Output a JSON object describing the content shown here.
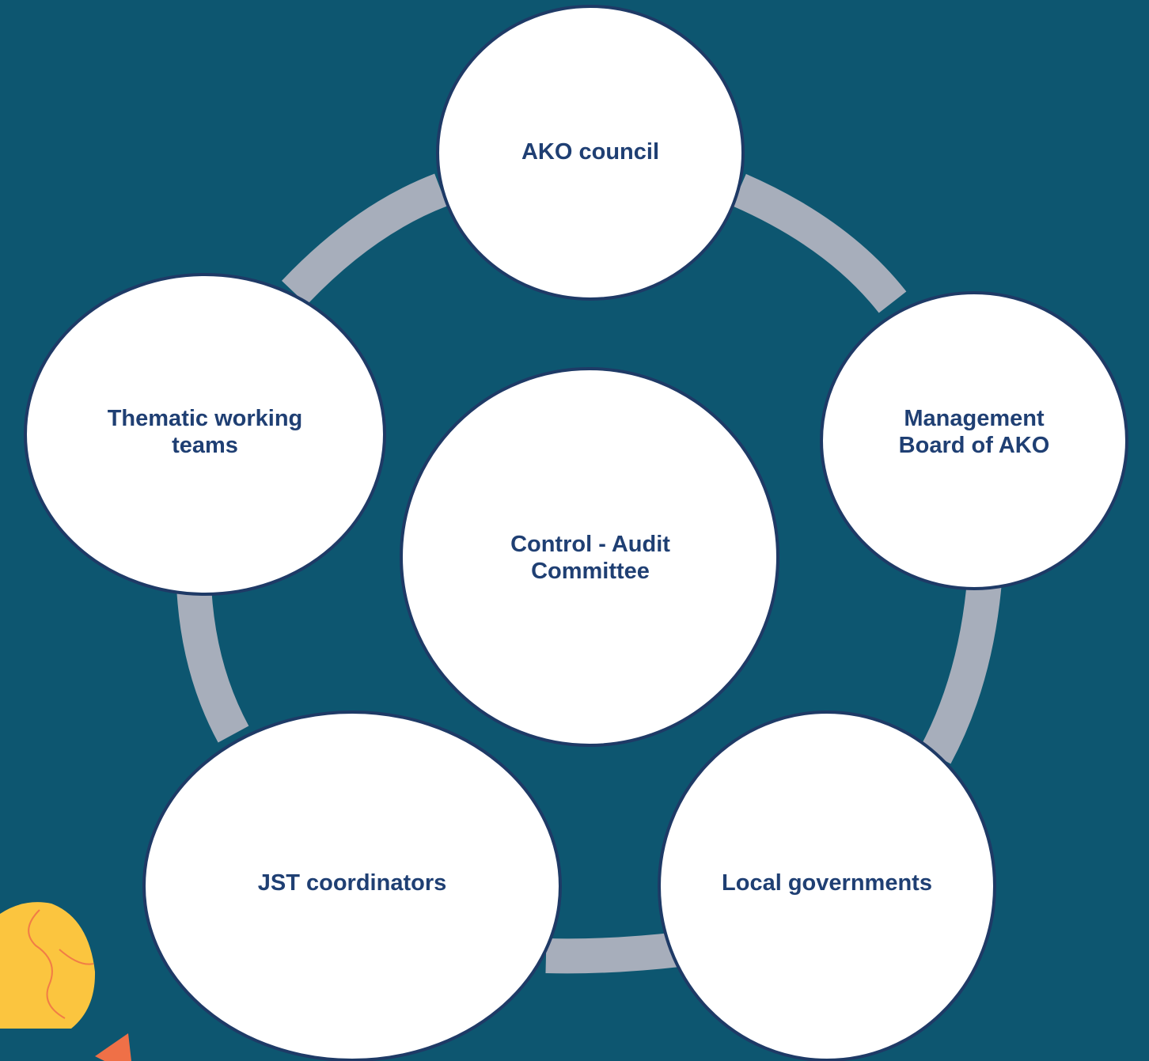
{
  "colors": {
    "background": "#0d5670",
    "ring": "#a7aebb",
    "node_fill": "#ffffff",
    "node_stroke": "#1e3a66",
    "text": "#1f3f73",
    "planet": "#fbc53f",
    "planet_stripe": "#f17d46",
    "rocket": "#ef7047"
  },
  "nodes": {
    "top": {
      "label": "AKO council"
    },
    "right": {
      "label": "Management\nBoard of AKO"
    },
    "bottom_right": {
      "label": "Local governments"
    },
    "bottom_left": {
      "label": "JST coordinators"
    },
    "left": {
      "label": "Thematic working\nteams"
    },
    "center": {
      "label": "Control - Audit\nCommittee"
    }
  },
  "decorations": [
    "planet-icon",
    "rocket-icon"
  ]
}
